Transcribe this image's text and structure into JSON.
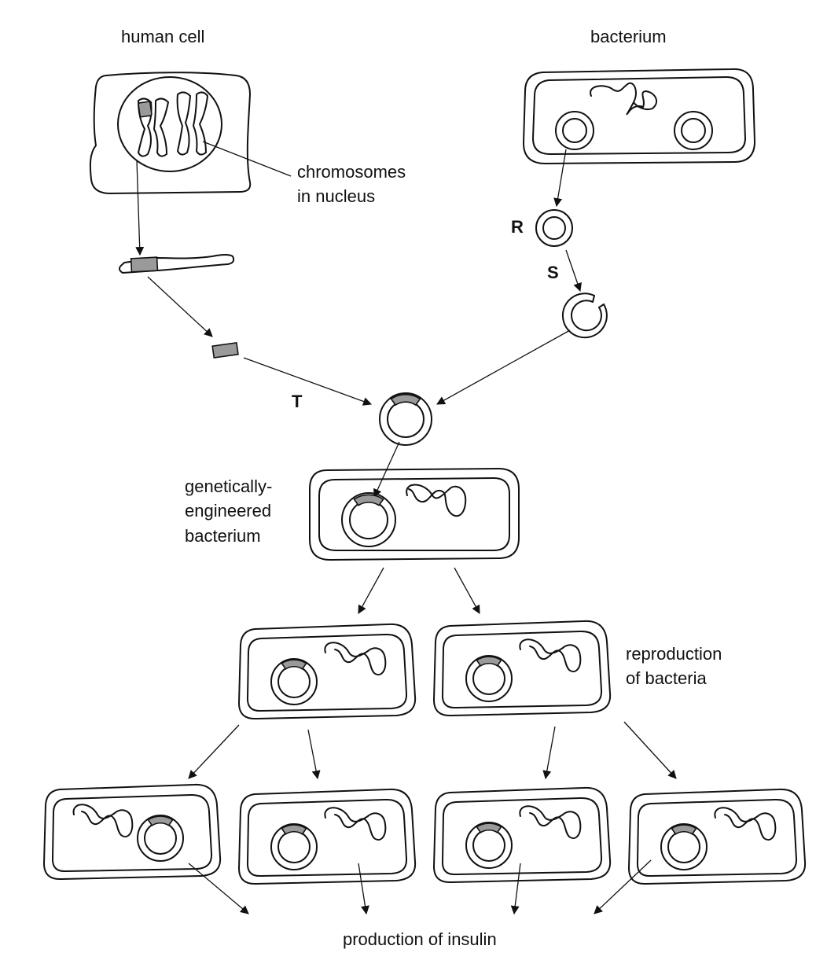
{
  "labels": {
    "human_cell": "human cell",
    "bacterium": "bacterium",
    "chromosomes_line1": "chromosomes",
    "chromosomes_line2": "in nucleus",
    "step_r": "R",
    "step_s": "S",
    "step_t": "T",
    "ge_line1": "genetically-",
    "ge_line2": "engineered",
    "ge_line3": "bacterium",
    "repro_line1": "reproduction",
    "repro_line2": "of bacteria",
    "insulin": "production of insulin"
  },
  "colors": {
    "ink": "#111111",
    "gene_fill": "#9a9a9a",
    "background": "#ffffff"
  }
}
